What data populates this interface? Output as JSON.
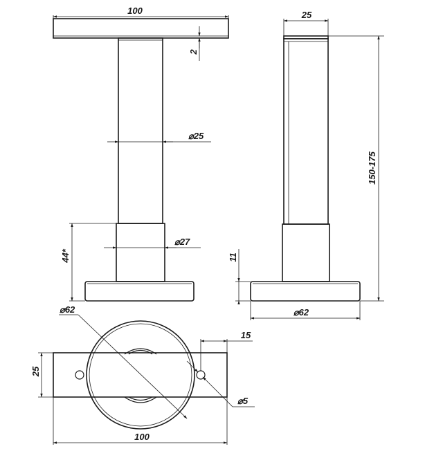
{
  "dimensions": {
    "front_width": "100",
    "plate_thickness": "2",
    "tube_diameter": "25",
    "sleeve_diameter": "27",
    "sleeve_height": "44*",
    "side_width": "25",
    "side_height": "150-175",
    "base_height": "11",
    "base_diameter": "62",
    "plan_circle_diameter": "62",
    "plan_width": "100",
    "plan_depth": "25",
    "hole_offset": "15",
    "hole_diameter": "5"
  }
}
